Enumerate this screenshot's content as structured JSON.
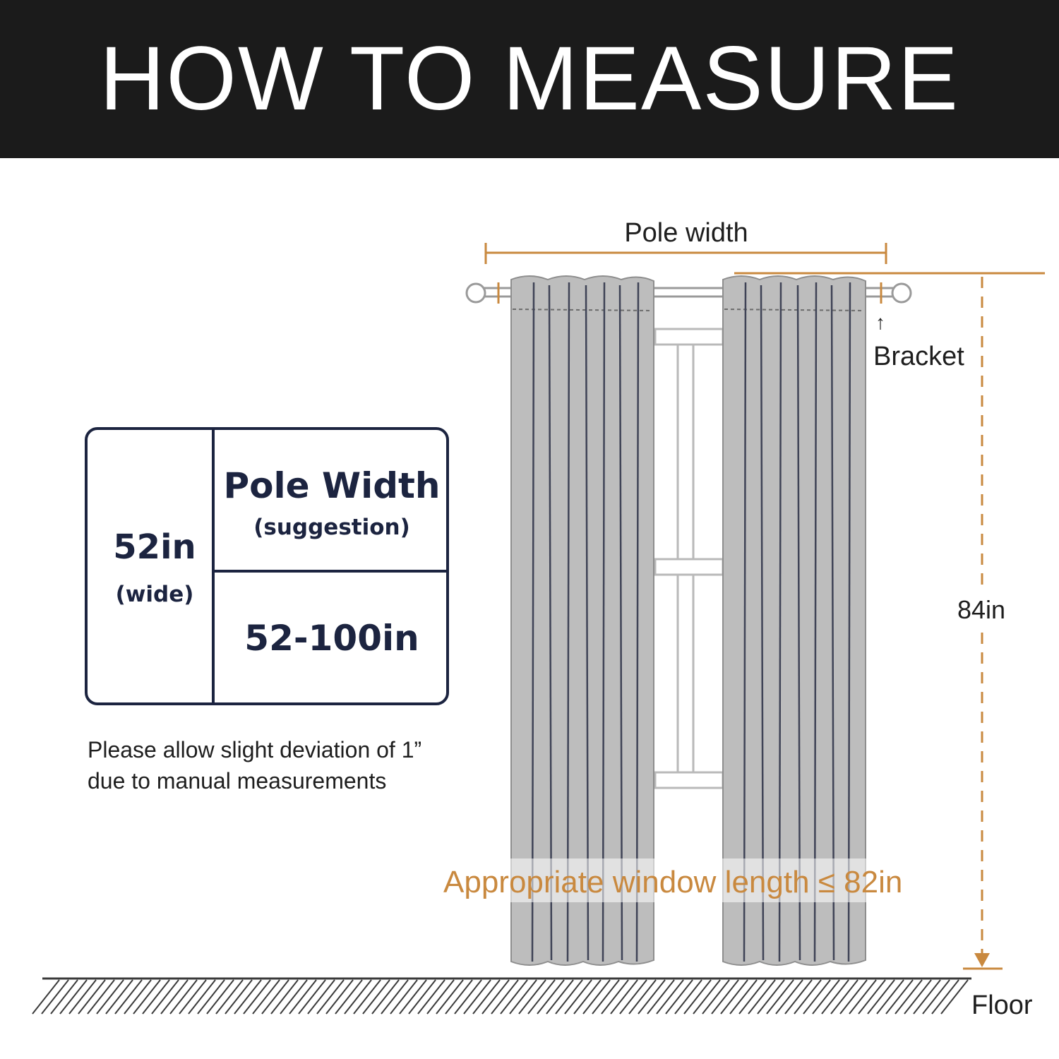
{
  "header": {
    "title": "HOW TO MEASURE"
  },
  "spec_table": {
    "curtain_width": "52in",
    "curtain_width_note": "(wide)",
    "pole_width_heading": "Pole Width",
    "pole_width_note": "(suggestion)",
    "pole_width_range": "52-100in"
  },
  "note": {
    "line1": "Please allow slight deviation of 1”",
    "line2": "due to manual measurements"
  },
  "diagram_labels": {
    "pole_width": "Pole width",
    "bracket": "Bracket",
    "bracket_arrow": "↑",
    "length": "84in",
    "window_length": "Appropriate window length ≤ 82in",
    "floor": "Floor"
  },
  "colors": {
    "header_bg": "#1b1b1b",
    "navy": "#1c2440",
    "measure_orange": "#c9893f",
    "curtain_gray": "#bdbdbd"
  }
}
